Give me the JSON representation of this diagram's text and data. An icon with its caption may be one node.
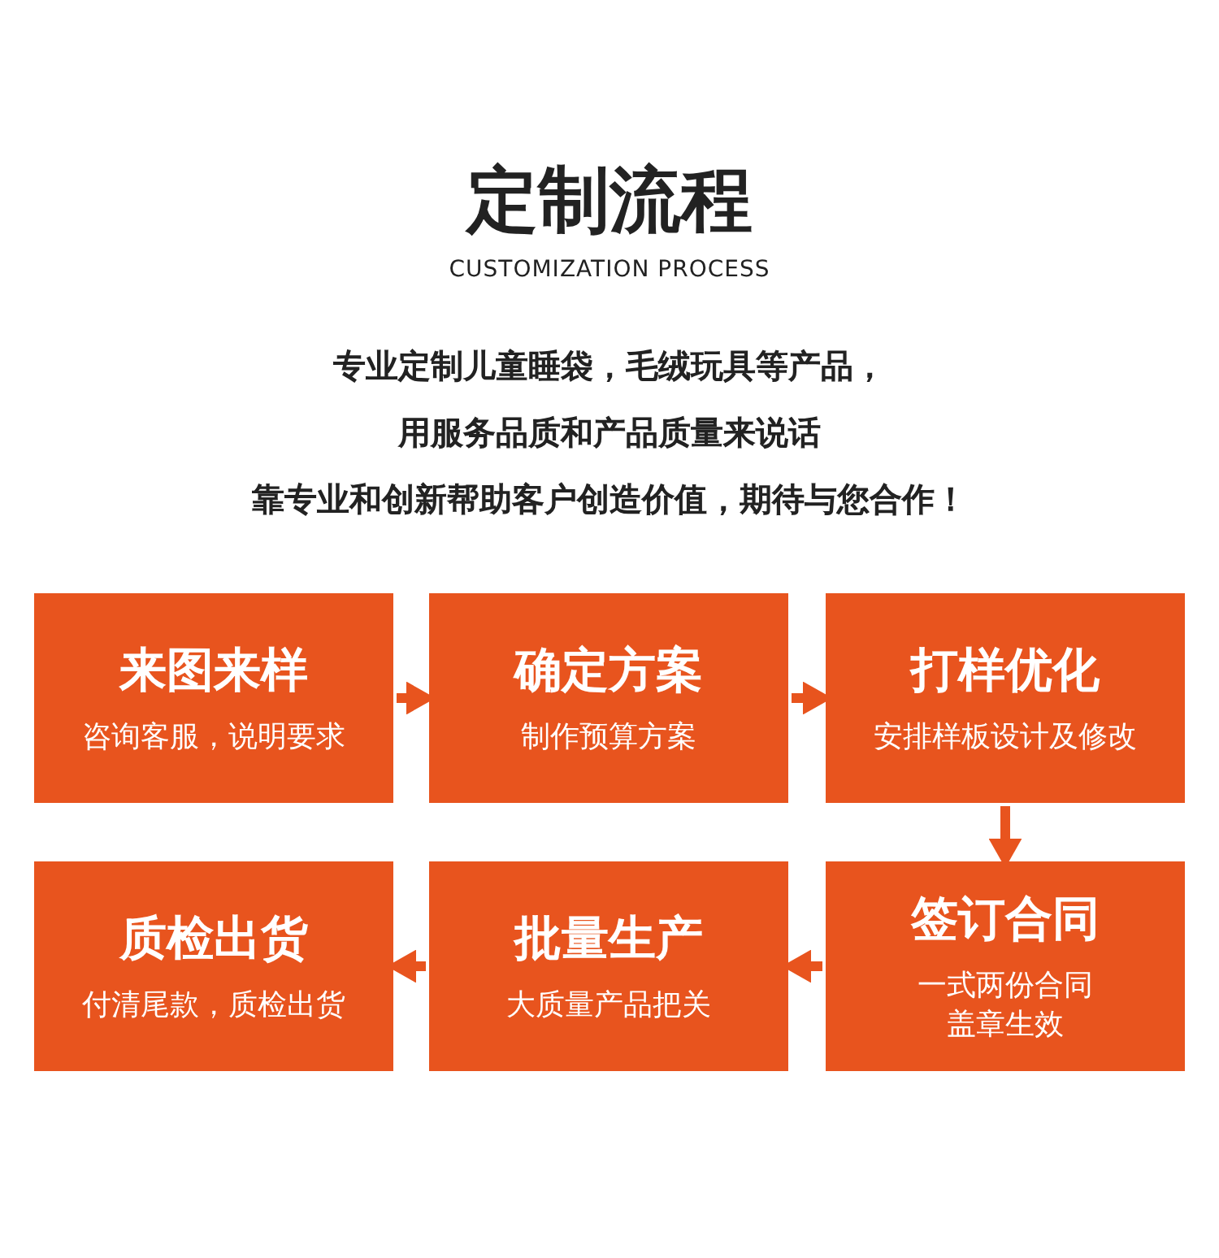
{
  "diagram": {
    "title": "定制流程",
    "nodes": [
      {
        "text": [
          "来图来样",
          "咨询客服，说明要求"
        ]
      },
      {
        "text": [
          "确定方案",
          "制作预算方案"
        ]
      },
      {
        "text": [
          "打样优化",
          "安排样板设计及修改"
        ]
      },
      {
        "text": [
          "质检出货",
          "付清尾款，质检出货"
        ]
      },
      {
        "text": [
          "批量生产",
          "大质量产品把关"
        ]
      },
      {
        "text": [
          "签订合同",
          "一式两份合同盖章生效"
        ]
      }
    ],
    "edges": [
      {
        "from": 0,
        "to": 1,
        "arrow": "to"
      },
      {
        "from": 1,
        "to": 2,
        "arrow": "to"
      },
      {
        "from": 2,
        "to": 5,
        "arrow": "to"
      },
      {
        "from": 5,
        "to": 4,
        "arrow": "to"
      },
      {
        "from": 4,
        "to": 3,
        "arrow": "to"
      }
    ],
    "labels": [
      "CUSTOMIZATION PROCESS",
      "专业定制儿童睡袋，毛绒玩具等产品，",
      "用服务品质和产品质量来说话",
      "靠专业和创新帮助客户创造价值，期待与您合作！"
    ]
  }
}
